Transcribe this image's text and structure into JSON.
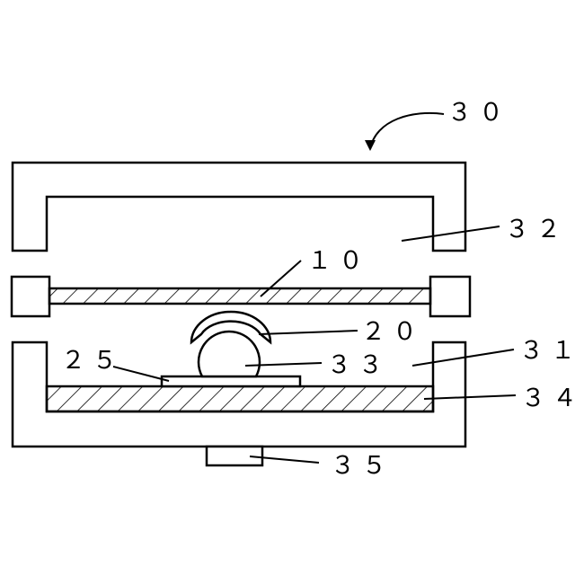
{
  "labels": {
    "apparatus": "３０",
    "upper_casing": "３２",
    "substrate": "１０",
    "mold": "２０",
    "lower_casing": "３１",
    "pedestal": "２５",
    "lens_material": "３３",
    "heating_plate": "３４",
    "heater": "３５"
  },
  "colors": {
    "line": "#000000",
    "background": "#ffffff"
  }
}
